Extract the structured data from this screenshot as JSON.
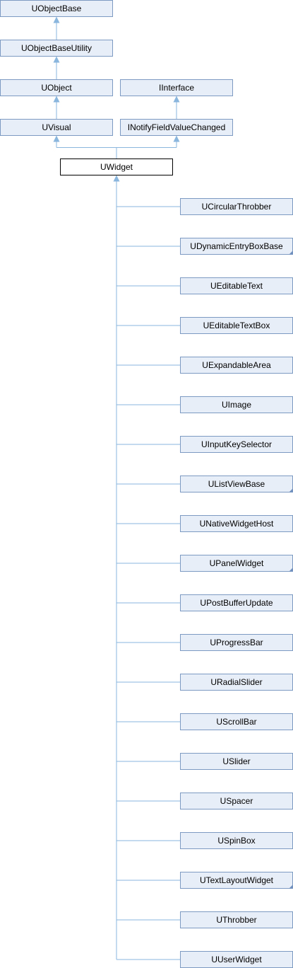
{
  "diagram": {
    "nodes": [
      {
        "id": "uobjectbase",
        "label": "UObjectBase",
        "focus": false,
        "truncated": false
      },
      {
        "id": "uobjectbaseutility",
        "label": "UObjectBaseUtility",
        "focus": false,
        "truncated": false
      },
      {
        "id": "uobject",
        "label": "UObject",
        "focus": false,
        "truncated": false
      },
      {
        "id": "iinterface",
        "label": "IInterface",
        "focus": false,
        "truncated": false
      },
      {
        "id": "uvisual",
        "label": "UVisual",
        "focus": false,
        "truncated": false
      },
      {
        "id": "inotifyfieldvaluechanged",
        "label": "INotifyFieldValueChanged",
        "focus": false,
        "truncated": false
      },
      {
        "id": "uwidget",
        "label": "UWidget",
        "focus": true,
        "truncated": false
      }
    ],
    "children": [
      {
        "id": "ucircularthrobber",
        "label": "UCircularThrobber",
        "truncated": false
      },
      {
        "id": "udynamicentryboxbase",
        "label": "UDynamicEntryBoxBase",
        "truncated": true
      },
      {
        "id": "ueditabletext",
        "label": "UEditableText",
        "truncated": false
      },
      {
        "id": "ueditabletextbox",
        "label": "UEditableTextBox",
        "truncated": false
      },
      {
        "id": "uexpandablearea",
        "label": "UExpandableArea",
        "truncated": false
      },
      {
        "id": "uimage",
        "label": "UImage",
        "truncated": false
      },
      {
        "id": "uinputkeyselector",
        "label": "UInputKeySelector",
        "truncated": false
      },
      {
        "id": "ulistviewbase",
        "label": "UListViewBase",
        "truncated": true
      },
      {
        "id": "unativewidgethost",
        "label": "UNativeWidgetHost",
        "truncated": false
      },
      {
        "id": "upanelwidget",
        "label": "UPanelWidget",
        "truncated": true
      },
      {
        "id": "upostbufferupdate",
        "label": "UPostBufferUpdate",
        "truncated": false
      },
      {
        "id": "uprogressbar",
        "label": "UProgressBar",
        "truncated": false
      },
      {
        "id": "uradialslider",
        "label": "URadialSlider",
        "truncated": false
      },
      {
        "id": "uscrollbar",
        "label": "UScrollBar",
        "truncated": false
      },
      {
        "id": "uslider",
        "label": "USlider",
        "truncated": false
      },
      {
        "id": "uspacer",
        "label": "USpacer",
        "truncated": false
      },
      {
        "id": "uspinbox",
        "label": "USpinBox",
        "truncated": false
      },
      {
        "id": "utextlayoutwidget",
        "label": "UTextLayoutWidget",
        "truncated": true
      },
      {
        "id": "uthrobber",
        "label": "UThrobber",
        "truncated": false
      },
      {
        "id": "uuserwidget",
        "label": "UUserWidget",
        "truncated": false
      }
    ],
    "edges": [
      {
        "from": "uobjectbaseutility",
        "to": "uobjectbase"
      },
      {
        "from": "uobject",
        "to": "uobjectbaseutility"
      },
      {
        "from": "uvisual",
        "to": "uobject"
      },
      {
        "from": "inotifyfieldvaluechanged",
        "to": "iinterface"
      },
      {
        "from": "uwidget",
        "to": "uvisual"
      },
      {
        "from": "uwidget",
        "to": "inotifyfieldvaluechanged"
      }
    ],
    "colors": {
      "node_fill": "#e8eef7",
      "node_border": "#7d9ac2",
      "focus_fill": "#ffffff",
      "focus_border": "#000000",
      "edge": "#8ab6dd"
    }
  }
}
